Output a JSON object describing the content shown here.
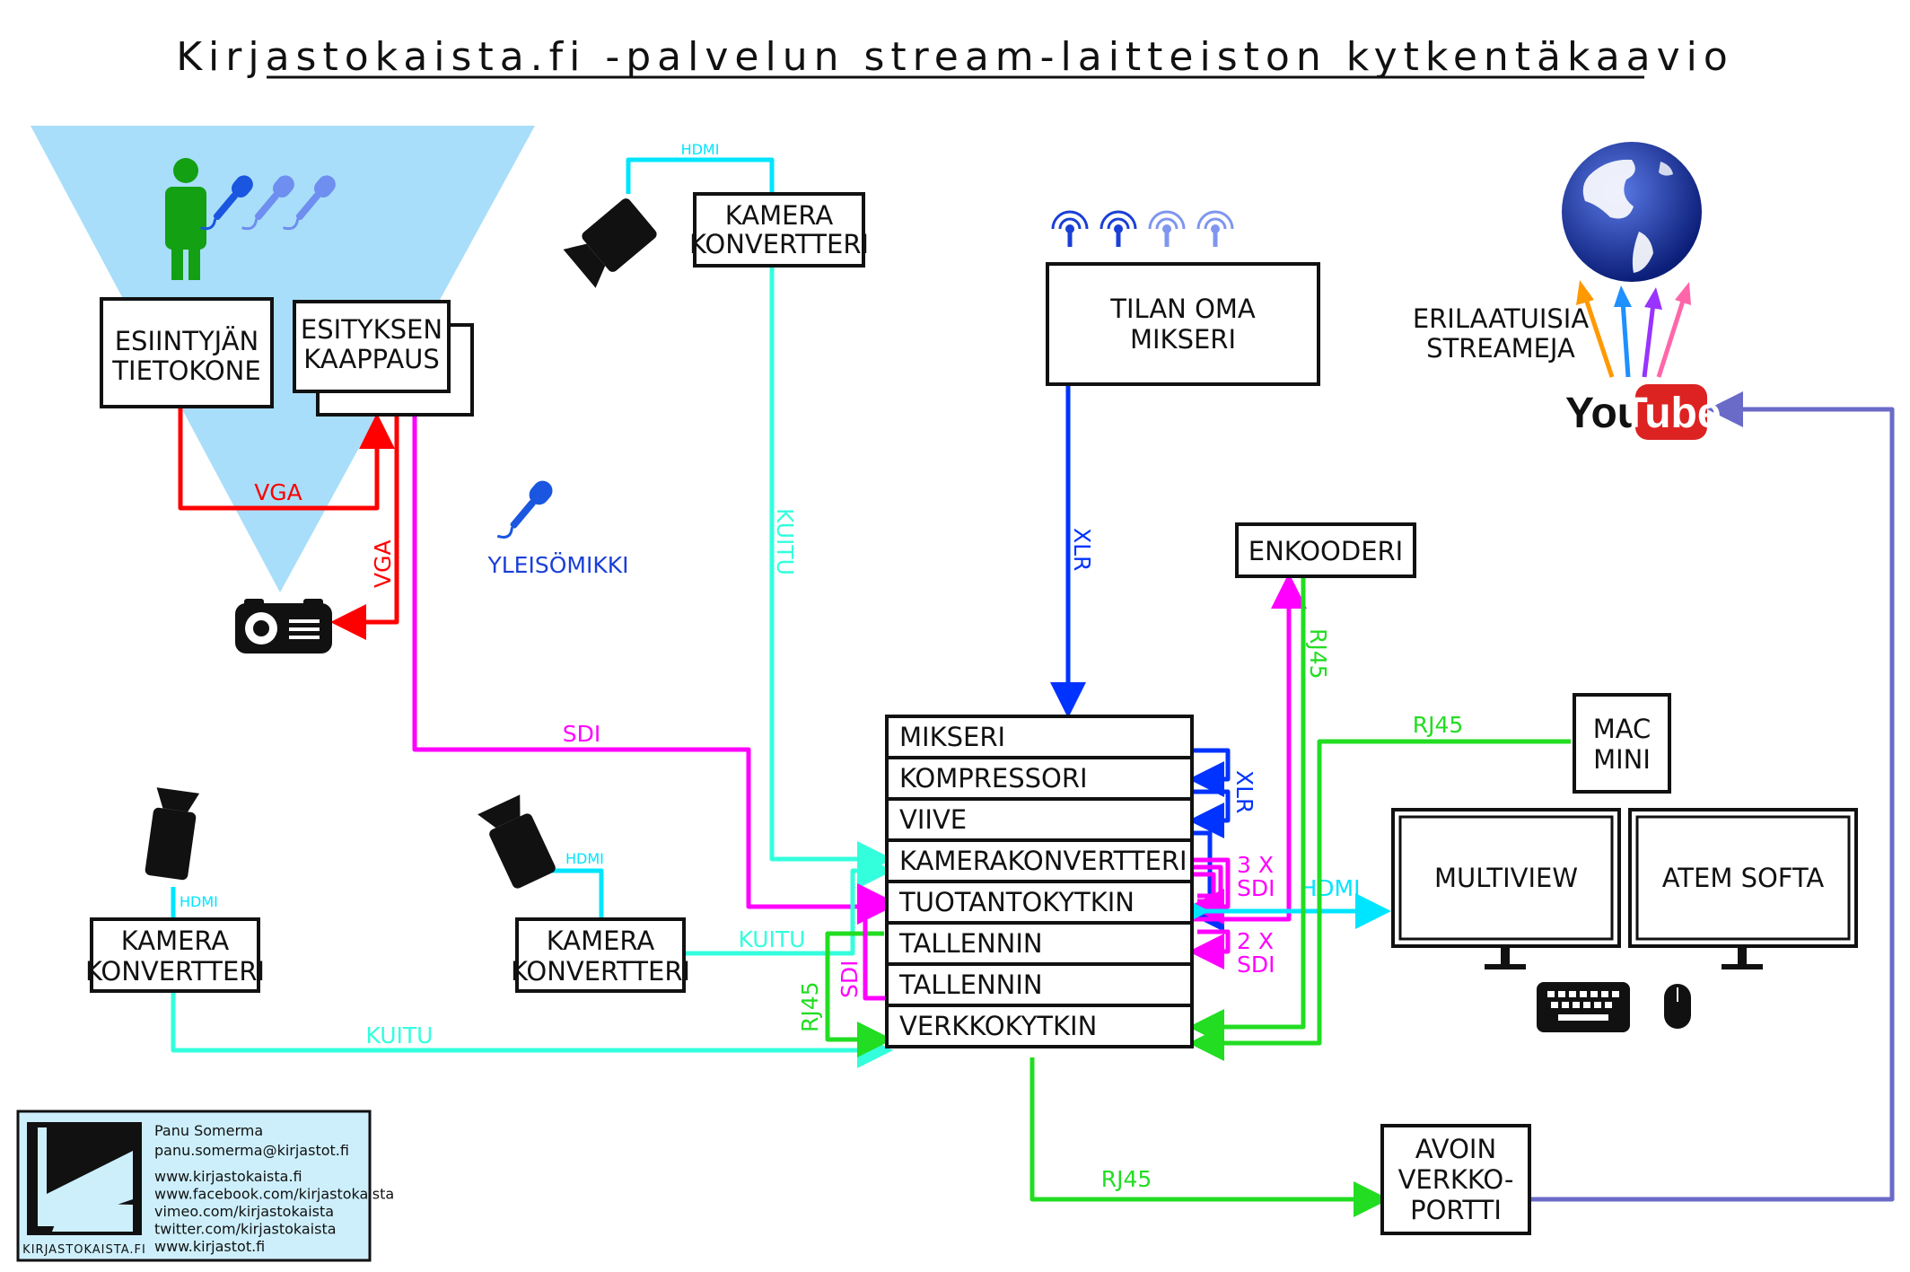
{
  "title": "Kirjastokaista.fi -palvelun stream-laitteiston kytkentäkaavio",
  "colors": {
    "vga": "#ff0000",
    "sdi": "#ff00ff",
    "kuitu": "#33ffdd",
    "hdmi": "#00e5ff",
    "xlr": "#0033ff",
    "rj45": "#22dd22",
    "internet": "#6a6ac8",
    "stage": "#a8def9",
    "person": "#13a013",
    "info_bg": "#cdeffb"
  },
  "boxes": {
    "esiintyjan_tietokone": [
      "ESIINTYJÄN",
      "TIETOKONE"
    ],
    "esityksen_kaappaus": [
      "ESITYKSEN",
      "KAAPPAUS"
    ],
    "kamera_konvertteri_top": [
      "KAMERA",
      "KONVERTTERI"
    ],
    "tilan_oma_mikseri": [
      "TILAN OMA",
      "MIKSERI"
    ],
    "enkooderi": "ENKOODERI",
    "mac_mini": [
      "MAC",
      "MINI"
    ],
    "multiview": "MULTIVIEW",
    "atem_softa": "ATEM SOFTA",
    "kamera_konvertteri_left": [
      "KAMERA",
      "KONVERTTERI"
    ],
    "kamera_konvertteri_mid": [
      "KAMERA",
      "KONVERTTERI"
    ],
    "avoin_verkkoportti": [
      "AVOIN",
      "VERKKO-",
      "PORTTI"
    ]
  },
  "rack": [
    "MIKSERI",
    "KOMPRESSORI",
    "VIIVE",
    "KAMERAKONVERTTERI",
    "TUOTANTOKYTKIN",
    "TALLENNIN",
    "TALLENNIN",
    "VERKKOKYTKIN"
  ],
  "wire_labels": {
    "vga_h": "VGA",
    "vga_v": "VGA",
    "sdi_main": "SDI",
    "sdi_left": "SDI",
    "kuitu_v": "KUITU",
    "kuitu_mid": "KUITU",
    "kuitu_bottom": "KUITU",
    "hdmi_top": "HDMI",
    "hdmi_left": "HDMI",
    "hdmi_mid": "HDMI",
    "hdmi_right": "HDMI",
    "xlr_v": "XLR",
    "xlr_rack": "XLR",
    "rj45_enc": "RJ45",
    "rj45_mac": "RJ45",
    "rj45_left": "RJ45",
    "rj45_bottom": "RJ45",
    "sdi3": [
      "3 X",
      "SDI"
    ],
    "sdi2": [
      "2 X",
      "SDI"
    ]
  },
  "labels": {
    "yleisomikki": "YLEISÖMIKKI",
    "streams": [
      "ERILAATUISIA",
      "STREAMEJA"
    ],
    "youtube_you": "You",
    "youtube_tube": "Tube"
  },
  "stream_arrow_colors": [
    "#ff9900",
    "#1e90ff",
    "#9933ff",
    "#ff66aa"
  ],
  "mic_colors": [
    "#1a56e0",
    "#6e8ef0",
    "#6e8ef0"
  ],
  "antenna_colors": [
    "#1a3fd6",
    "#1a3fd6",
    "#7f96ef",
    "#7f96ef"
  ],
  "info": {
    "name": "Panu Somerma",
    "email": "panu.somerma@kirjastot.fi",
    "links": [
      "www.kirjastokaista.fi",
      "www.facebook.com/kirjastokaista",
      "vimeo.com/kirjastokaista",
      "twitter.com/kirjastokaista",
      "www.kirjastot.fi"
    ],
    "logo_text": "KIRJASTOKAISTA.FI"
  }
}
